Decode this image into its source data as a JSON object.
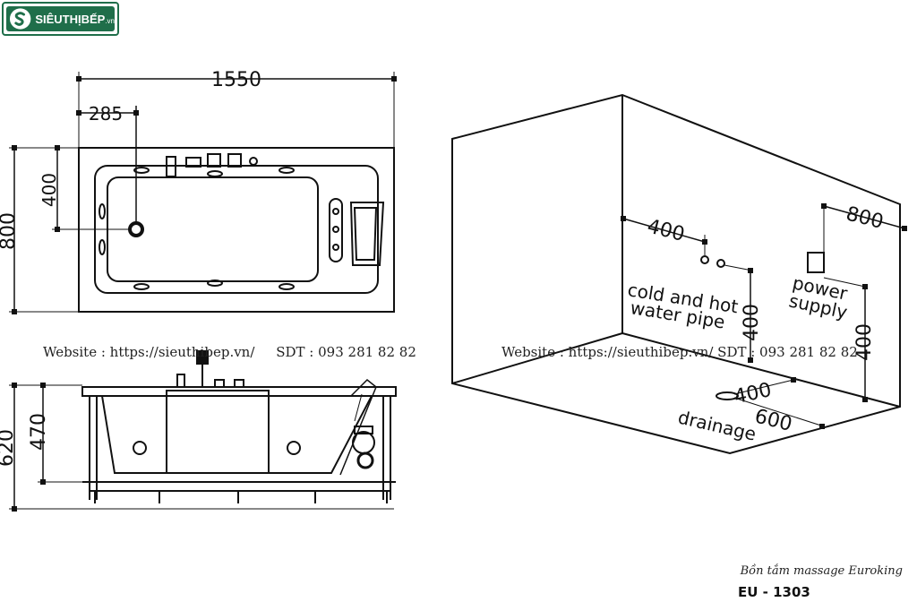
{
  "logo": {
    "text": "SIÊUTHỊBẾP",
    "suffix": ".vn"
  },
  "top_view": {
    "length": "1550",
    "drain_offset": "285",
    "drain_height": "400",
    "width": "800"
  },
  "side_view": {
    "total_height": "620",
    "inner_height": "470"
  },
  "room_view": {
    "pipe_offset": "400",
    "power_offset": "800",
    "pipe_height": "400",
    "power_height": "400",
    "drain_x": "400",
    "drain_y": "600",
    "pipe_label_1": "cold and hot",
    "pipe_label_2": "water pipe",
    "power_label_1": "power",
    "power_label_2": "supply",
    "drain_label": "drainage"
  },
  "watermark": {
    "left": "Website : https://sieuthibep.vn/     SDT : 093 281 82 82",
    "right": "Website : https://sieuthibep.vn/ SDT : 093 281 82 82"
  },
  "caption": "Bồn tắm massage Euroking",
  "model": "EU - 1303"
}
